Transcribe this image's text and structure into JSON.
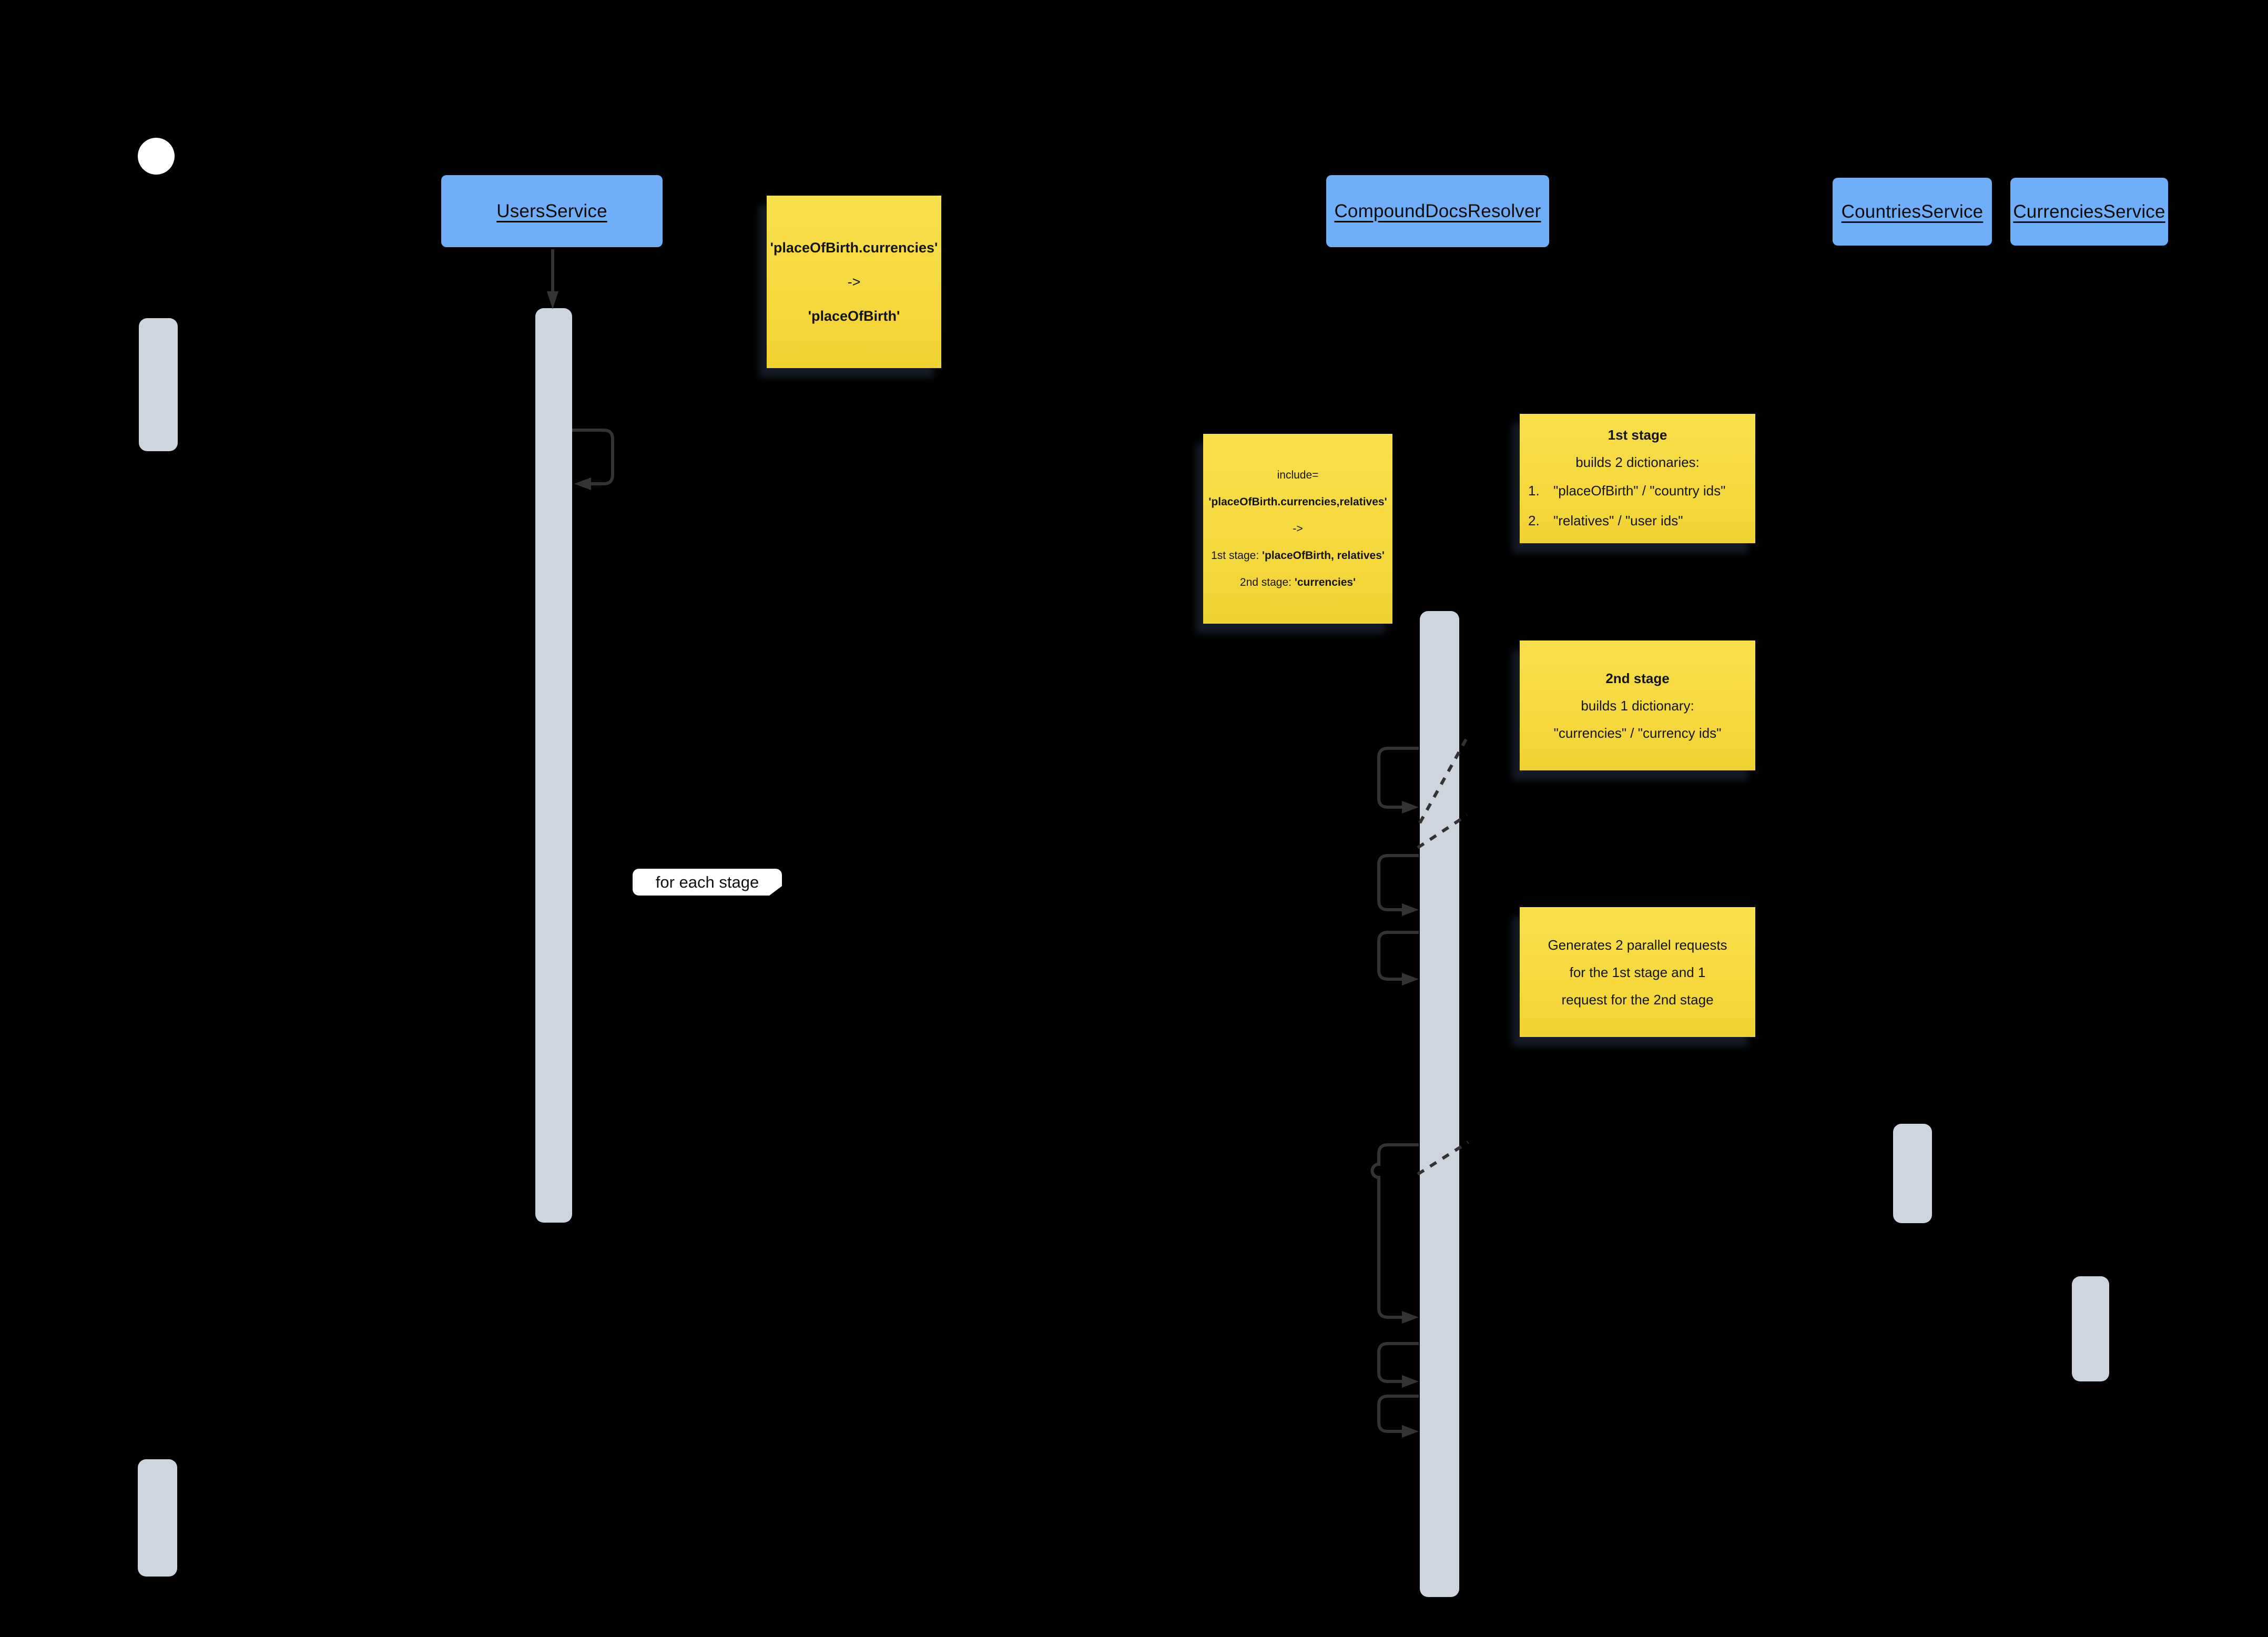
{
  "diagram": {
    "background_color": "#000000",
    "participant_color": "#6FAEF8",
    "note_color": "#F5DA3E",
    "activation_color": "#CFD5DE",
    "arrow_color": "#333333",
    "loop_label": "for each stage"
  },
  "participants": [
    {
      "label": "UsersService"
    },
    {
      "label": "CompoundDocsResolver"
    },
    {
      "label": "CountriesService"
    },
    {
      "label": "CurrenciesService"
    }
  ],
  "notes": {
    "note1": {
      "line1": "'placeOfBirth.currencies'",
      "line2": "->",
      "line3": "'placeOfBirth'"
    },
    "note2": {
      "line1": "include=",
      "line2": "'placeOfBirth.currencies,relatives'",
      "line3": "->",
      "line4_prefix": "1st stage: ",
      "line4_value": "'placeOfBirth, relatives'",
      "line5_prefix": "2nd stage: ",
      "line5_value": "'currencies'"
    },
    "note3": {
      "title": "1st stage",
      "line2": "builds 2 dictionaries:",
      "item1_num": "1.",
      "item1_text": "\"placeOfBirth\" / \"country ids\"",
      "item2_num": "2.",
      "item2_text": "\"relatives\" / \"user ids\""
    },
    "note4": {
      "title": "2nd stage",
      "line2": "builds 1 dictionary:",
      "line3": "\"currencies\" / \"currency ids\""
    },
    "note5": {
      "line1": "Generates 2 parallel requests",
      "line2": "for the 1st stage and 1",
      "line3": "request for the 2nd stage"
    }
  }
}
